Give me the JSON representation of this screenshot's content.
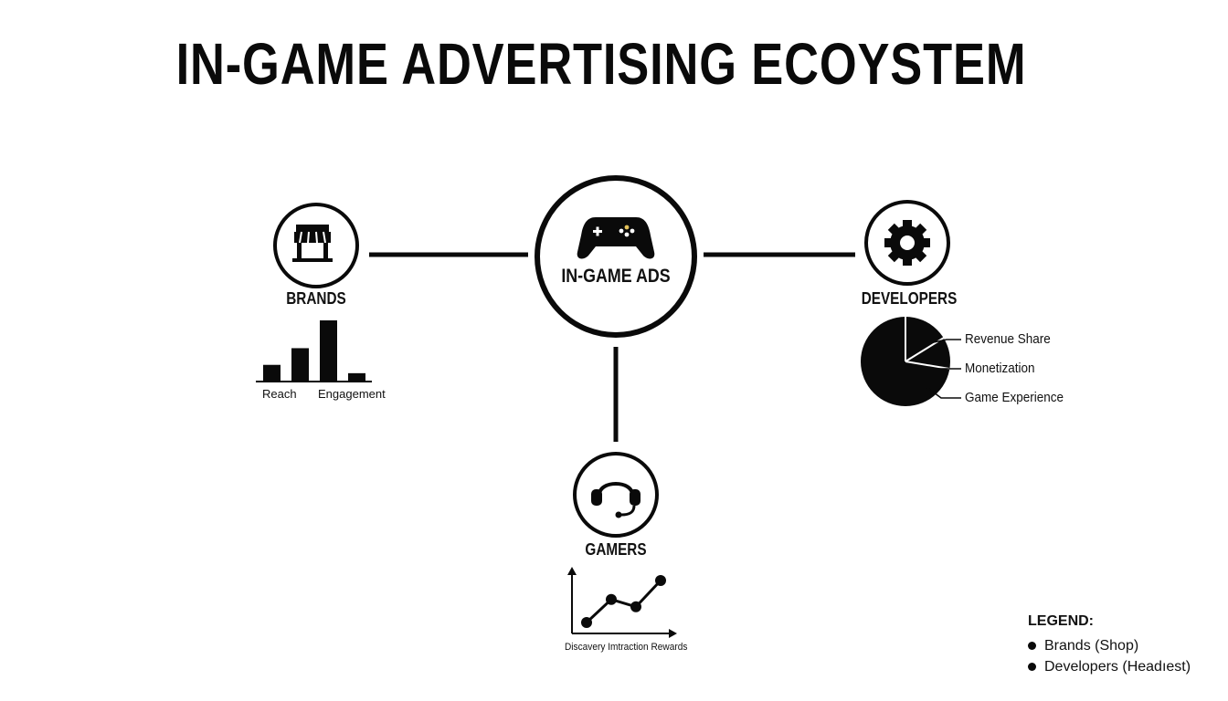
{
  "title": "IN-GAME ADVERTISING ECOYSTEM",
  "center": {
    "label": "IN-GAME ADS",
    "icon": "gamepad-icon"
  },
  "brands": {
    "label": "BRANDS",
    "icon": "storefront-icon",
    "chart": {
      "type": "bar",
      "values": [
        3,
        6,
        11,
        1.5
      ],
      "xlabels": [
        "Reach",
        "Engagement"
      ]
    }
  },
  "developers": {
    "label": "DEVELOPERS",
    "icon": "gear-icon",
    "chart": {
      "type": "pie",
      "labels": [
        "Revenue Share",
        "Monetization",
        "Game Experience"
      ]
    }
  },
  "gamers": {
    "label": "GAMERS",
    "icon": "headset-icon",
    "chart": {
      "type": "line",
      "points": [
        [
          1,
          1
        ],
        [
          2,
          3.2
        ],
        [
          3,
          2.5
        ],
        [
          4,
          5
        ]
      ],
      "xlabel": "Discavery Imtraction Rewards"
    }
  },
  "legend": {
    "title": "LEGEND:",
    "items": [
      "Brands (Shop)",
      "Developers (Headıest)"
    ]
  },
  "colors": {
    "ink": "#0a0a0a",
    "background": "#ffffff"
  }
}
